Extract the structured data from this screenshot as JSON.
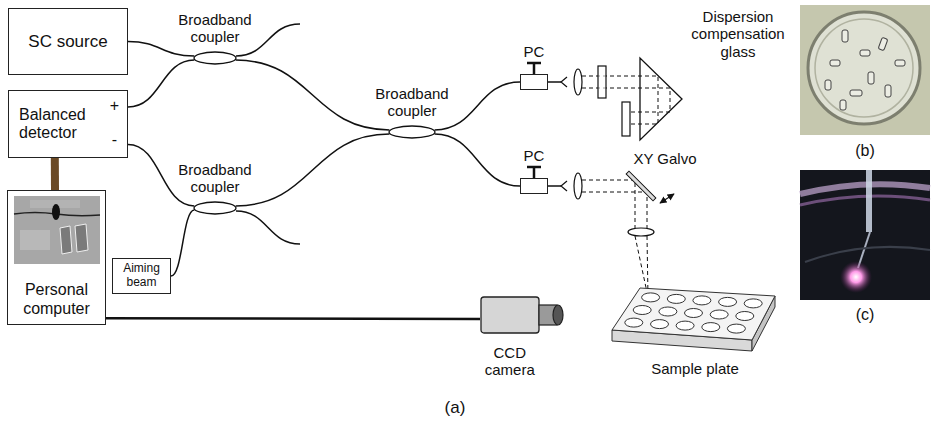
{
  "diagram": {
    "nodes": [
      {
        "text": [
          "SC source"
        ]
      },
      {
        "text": [
          "Balanced detector",
          "+",
          "-"
        ]
      },
      {
        "text": [
          "Personal computer"
        ]
      },
      {
        "text": [
          "Aiming beam"
        ]
      },
      {
        "text": [
          "Broadband coupler"
        ]
      },
      {
        "text": [
          "Broadband coupler"
        ]
      },
      {
        "text": [
          "Broadband coupler"
        ]
      },
      {
        "text": [
          "PC"
        ]
      },
      {
        "text": [
          "PC"
        ]
      },
      {
        "text": [
          "CCD camera"
        ]
      }
    ],
    "edges": [
      {
        "from": 0,
        "to": 4,
        "arrow": "none"
      },
      {
        "from": 1,
        "to": 4,
        "arrow": "none"
      },
      {
        "from": 1,
        "to": 5,
        "arrow": "none"
      },
      {
        "from": 3,
        "to": 5,
        "arrow": "none"
      },
      {
        "from": 4,
        "to": 6,
        "arrow": "none"
      },
      {
        "from": 5,
        "to": 6,
        "arrow": "none"
      },
      {
        "from": 6,
        "to": 7,
        "arrow": "none"
      },
      {
        "from": 6,
        "to": 8,
        "arrow": "none"
      },
      {
        "from": 1,
        "to": 2,
        "arrow": "none"
      },
      {
        "from": 2,
        "to": 9,
        "arrow": "none"
      }
    ],
    "labels": [
      "Dispersion compensation glass",
      "XY Galvo",
      "Sample plate",
      "(a)",
      "(b)",
      "(c)"
    ]
  }
}
